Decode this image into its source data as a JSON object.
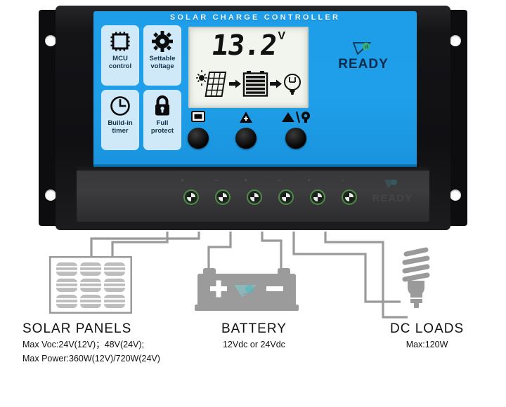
{
  "device": {
    "brand_title": "SOLAR CHARGE CONTROLLER",
    "logo_text": "READY",
    "terminal_watermark": "READY",
    "badges": [
      {
        "icon": "mcu-chip-icon",
        "line1": "MCU",
        "line2": "control"
      },
      {
        "icon": "gear-icon",
        "line1": "Settable",
        "line2": "voltage"
      },
      {
        "icon": "clock-icon",
        "line1": "Build-in",
        "line2": "timer"
      },
      {
        "icon": "lock-icon",
        "line1": "Full",
        "line2": "protect"
      }
    ],
    "lcd": {
      "value": "13.2",
      "unit": "V",
      "flow_icons": [
        "sun-icon",
        "solar-panel-icon",
        "arrow-right-icon",
        "battery-icon",
        "arrow-right-icon",
        "light-bulb-icon"
      ],
      "battery_bars": 5
    },
    "buttons": [
      {
        "name": "select-button",
        "icon": "screen-select-icon"
      },
      {
        "name": "up-warning-button",
        "icon": "warning-triangle-icon"
      },
      {
        "name": "load-light-button",
        "icon": "triangle-light-icon"
      }
    ],
    "terminals": [
      {
        "label": "+",
        "group": "solar"
      },
      {
        "label": "-",
        "group": "solar"
      },
      {
        "label": "+",
        "group": "battery"
      },
      {
        "label": "-",
        "group": "battery"
      },
      {
        "label": "+",
        "group": "load"
      },
      {
        "label": "-",
        "group": "load"
      }
    ]
  },
  "diagram": {
    "solar": {
      "title": "SOLAR  PANELS",
      "spec1": "Max  Voc:24V(12V)；48V(24V);",
      "spec2": "Max  Power:360W(12V)/720W(24V)",
      "icon": "solar-panel-icon"
    },
    "battery": {
      "title": "BATTERY",
      "spec1": "12Vdc  or  24Vdc",
      "watermark": "ready",
      "positive": "+",
      "negative": "–",
      "icon": "battery-icon"
    },
    "load": {
      "title": "DC  LOADS",
      "spec1": "Max:120W",
      "icon": "cfl-bulb-icon"
    }
  },
  "colors": {
    "faceplate_blue": "#1f9fe9",
    "badge_blue": "#cfe9f8",
    "lcd_bg": "#f2f4ee",
    "terminal_green": "#4f8a4a",
    "wire_gray": "#9a9a9a",
    "device_black": "#131316",
    "logo_navy": "#0c2b49"
  }
}
